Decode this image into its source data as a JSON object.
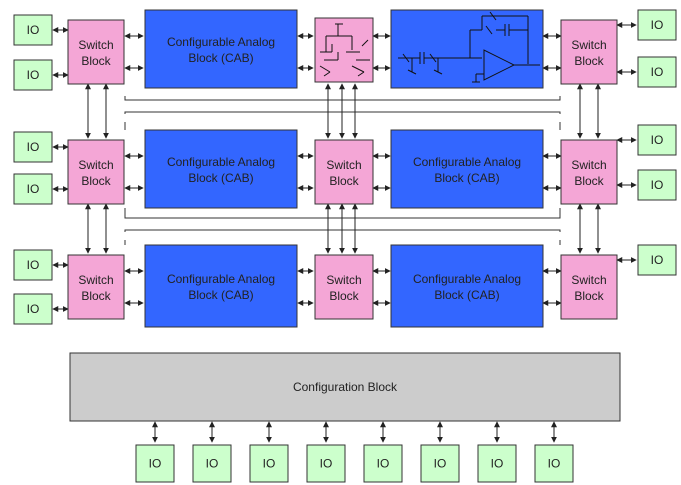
{
  "labels": {
    "io": "IO",
    "switch_line1": "Switch",
    "switch_line2": "Block",
    "cab_line1": "Configurable Analog",
    "cab_line2": "Block (CAB)",
    "config": "Configuration Block"
  },
  "colors": {
    "io_fill": "#ccffcc",
    "switch_fill": "#f4a6d6",
    "cab_fill": "#3366ff",
    "config_fill": "#cccccc",
    "stroke": "#333333"
  }
}
